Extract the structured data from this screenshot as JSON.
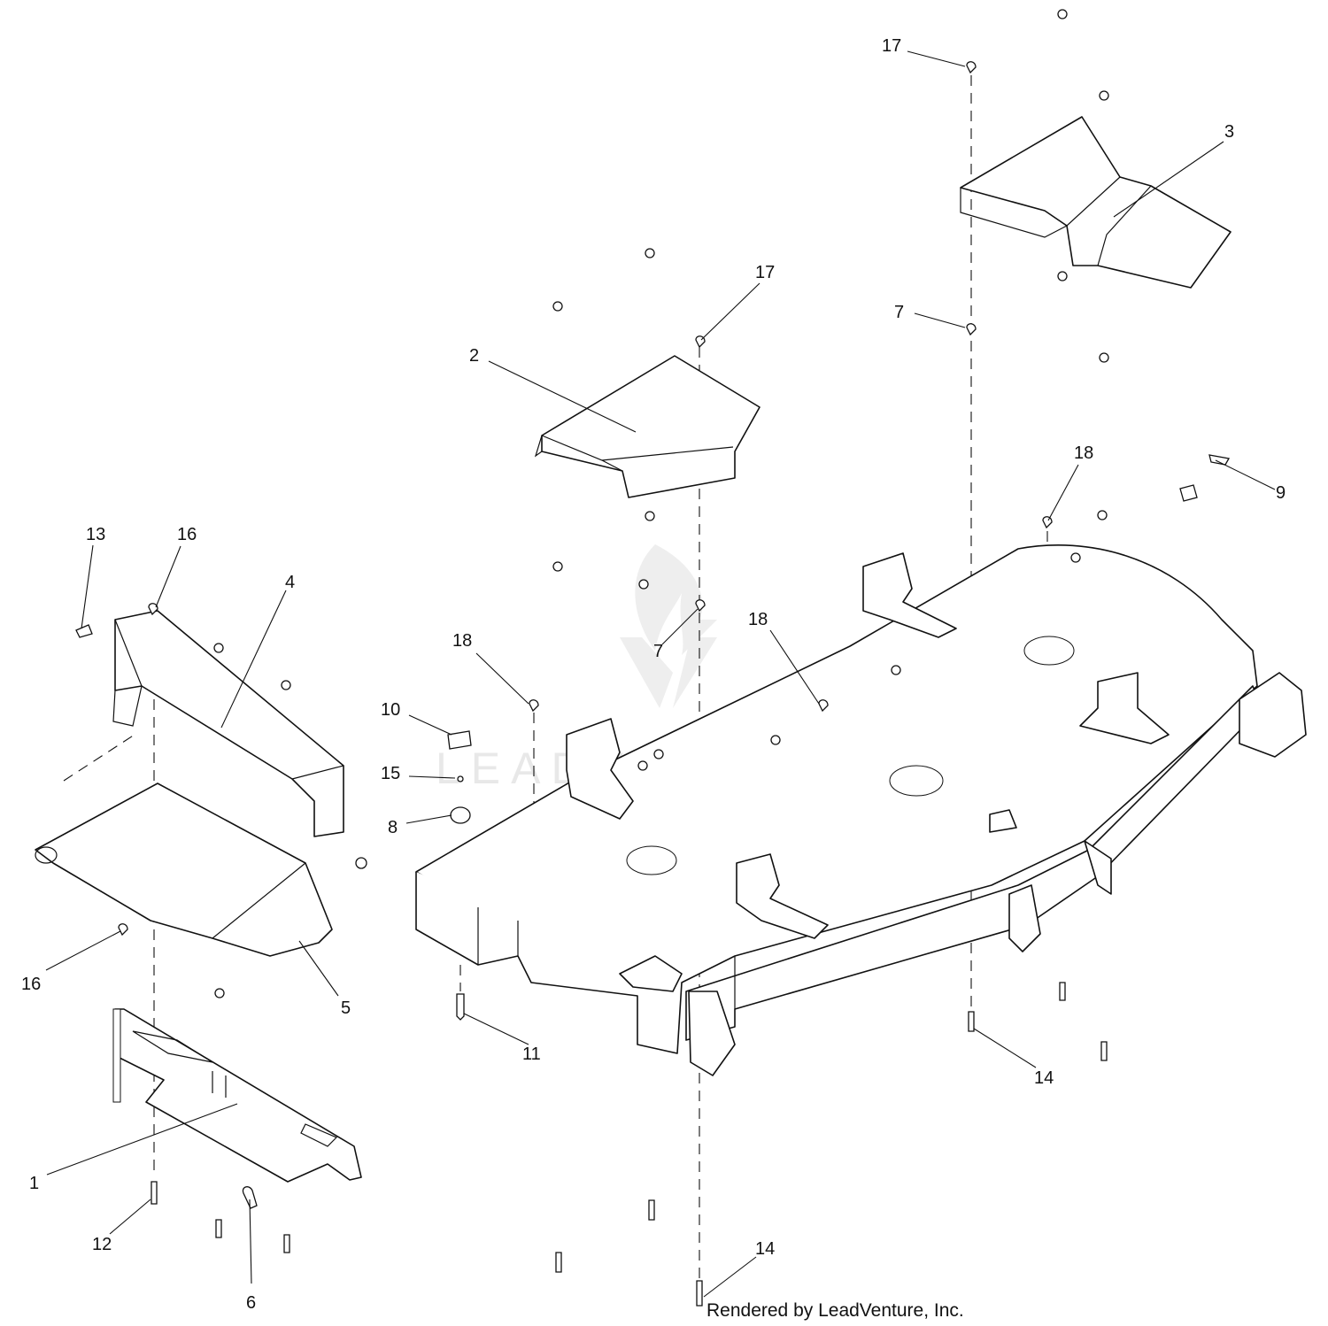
{
  "diagram": {
    "callouts": [
      {
        "id": "c17a",
        "label": "17"
      },
      {
        "id": "c3",
        "label": "3"
      },
      {
        "id": "c17b",
        "label": "17"
      },
      {
        "id": "c7a",
        "label": "7"
      },
      {
        "id": "c2",
        "label": "2"
      },
      {
        "id": "c18a",
        "label": "18"
      },
      {
        "id": "c9",
        "label": "9"
      },
      {
        "id": "c13",
        "label": "13"
      },
      {
        "id": "c16a",
        "label": "16"
      },
      {
        "id": "c4",
        "label": "4"
      },
      {
        "id": "c7b",
        "label": "7"
      },
      {
        "id": "c18b",
        "label": "18"
      },
      {
        "id": "c18c",
        "label": "18"
      },
      {
        "id": "c10",
        "label": "10"
      },
      {
        "id": "c15",
        "label": "15"
      },
      {
        "id": "c8",
        "label": "8"
      },
      {
        "id": "c16b",
        "label": "16"
      },
      {
        "id": "c5",
        "label": "5"
      },
      {
        "id": "c11",
        "label": "11"
      },
      {
        "id": "c14a",
        "label": "14"
      },
      {
        "id": "c1",
        "label": "1"
      },
      {
        "id": "c12",
        "label": "12"
      },
      {
        "id": "c6",
        "label": "6"
      },
      {
        "id": "c14b",
        "label": "14"
      }
    ],
    "credit": "Rendered by LeadVenture, Inc.",
    "watermark": "LEADVENTURE"
  }
}
